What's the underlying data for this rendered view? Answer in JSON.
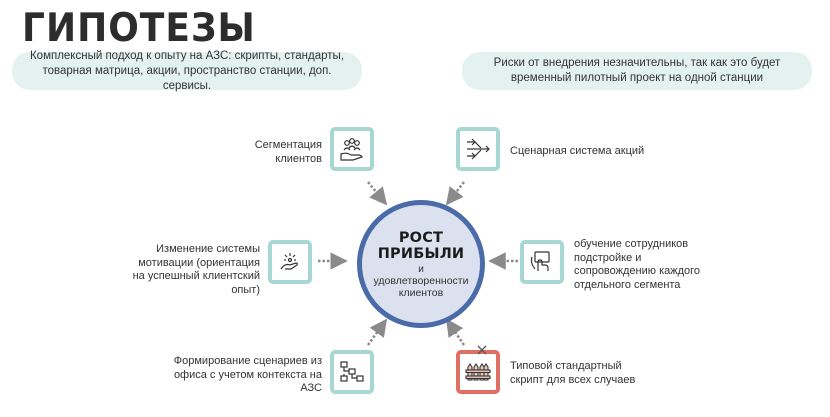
{
  "page": {
    "title": "ГИПОТЕЗЫ",
    "hypothesis_left": "Комплексный подход к опыту на АЗС: скрипты, стандарты, товарная матрица, акции, пространство станции, доп. сервисы.",
    "hypothesis_right": "Риски от внедрения незначительны, так как это будет временный пилотный проект на одной станции"
  },
  "center": {
    "title": "РОСТ ПРИБЫЛИ",
    "conjunction": "и",
    "subtitle": "удовлетворенности клиентов"
  },
  "nodes": {
    "segmentation": {
      "label": "Сегментация клиентов",
      "icon": "people-hand-icon"
    },
    "promo_system": {
      "label": "Сценарная система акций",
      "icon": "merge-arrows-icon"
    },
    "motivation": {
      "label": "Изменение системы мотивации (ориентация на успешный клиентский опыт)",
      "icon": "hand-sparkle-icon"
    },
    "training": {
      "label": "обучение сотрудников подстройке и сопровождению каждого отдельного сегмента",
      "icon": "hand-touch-icon"
    },
    "scenarios": {
      "label": "Формирование сценариев из офиса с учетом контекста на АЗС",
      "icon": "flowchart-icon"
    },
    "standard_script": {
      "label": "Типовой стандартный скрипт для всех случаев",
      "icon": "fence-icon"
    }
  },
  "colors": {
    "accent_blue": "#4a6aa8",
    "center_fill": "#dbe1ee",
    "icon_border": "#a7d7d3",
    "icon_border_rejected": "#dd7060",
    "pill_fill": "#e3f1ef"
  }
}
